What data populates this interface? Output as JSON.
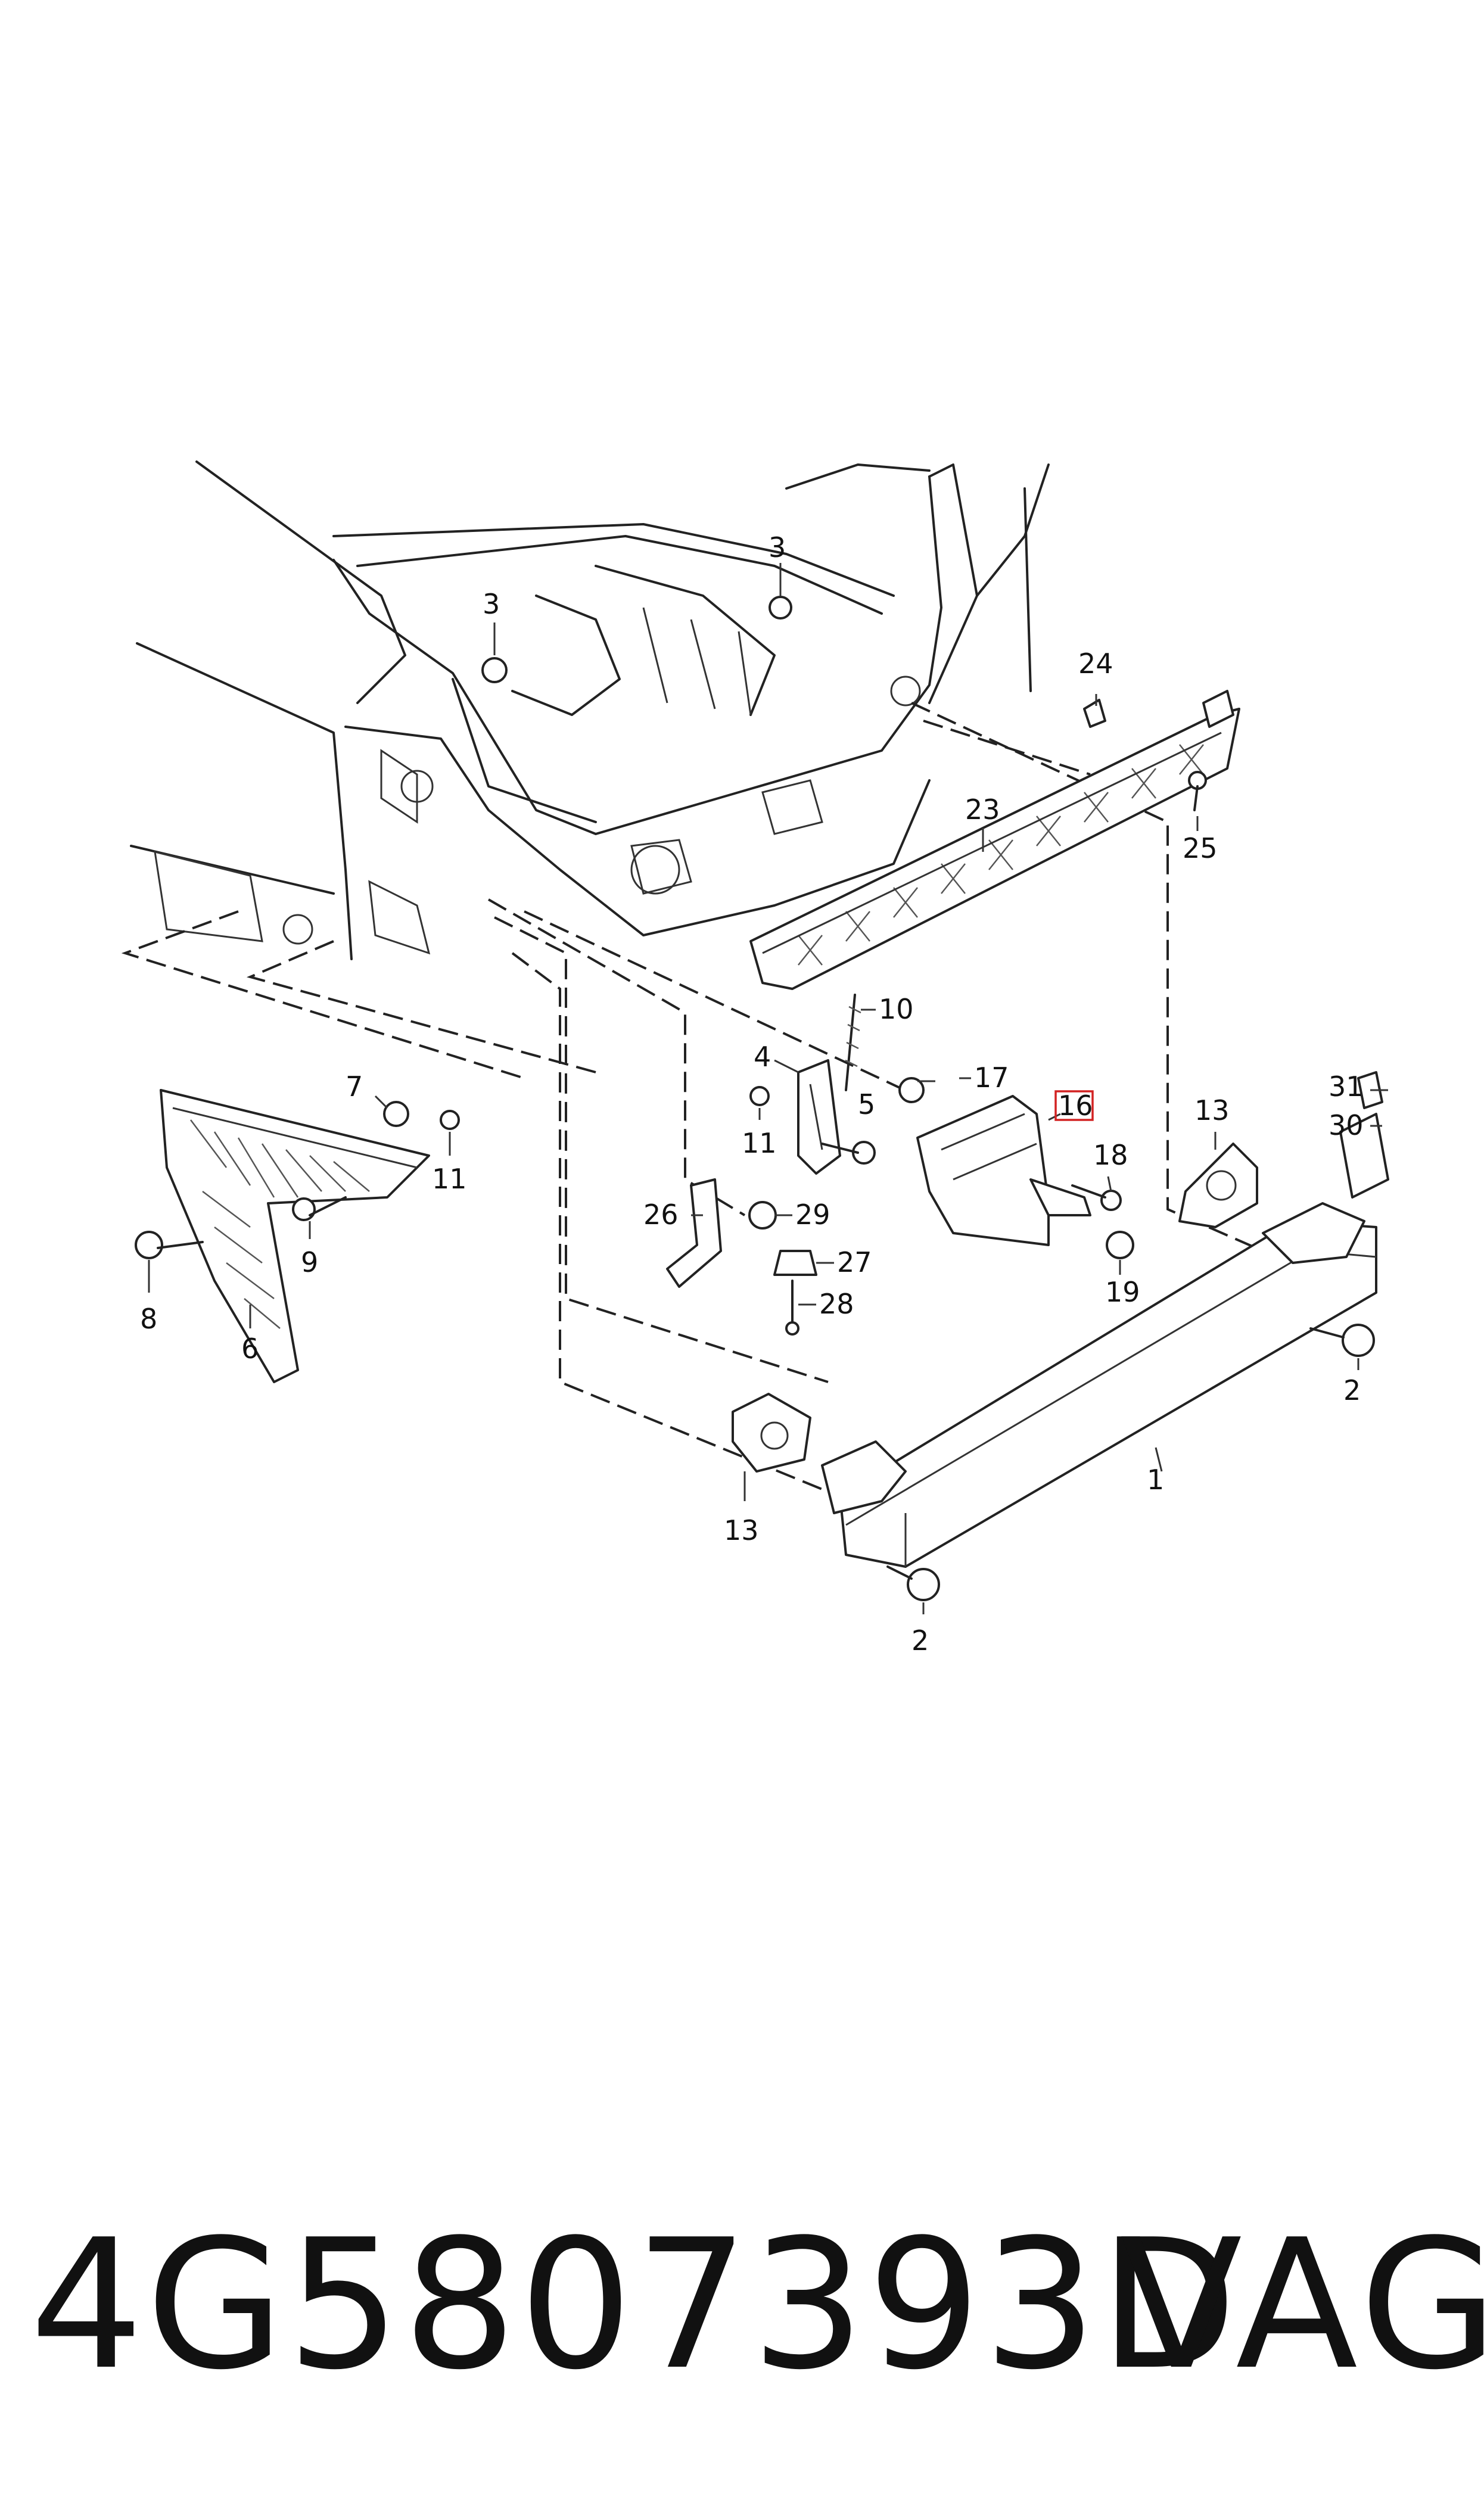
{
  "labels": [
    {
      "id": "1",
      "text": "1"
    },
    {
      "id": "2a",
      "text": "2"
    },
    {
      "id": "2b",
      "text": "2"
    },
    {
      "id": "3a",
      "text": "3"
    },
    {
      "id": "3b",
      "text": "3"
    },
    {
      "id": "4",
      "text": "4"
    },
    {
      "id": "5",
      "text": "5"
    },
    {
      "id": "6",
      "text": "6"
    },
    {
      "id": "7",
      "text": "7"
    },
    {
      "id": "8",
      "text": "8"
    },
    {
      "id": "9",
      "text": "9"
    },
    {
      "id": "10",
      "text": "10"
    },
    {
      "id": "11a",
      "text": "11"
    },
    {
      "id": "11b",
      "text": "11"
    },
    {
      "id": "13a",
      "text": "13"
    },
    {
      "id": "13b",
      "text": "13"
    },
    {
      "id": "16",
      "text": "16"
    },
    {
      "id": "17",
      "text": "17"
    },
    {
      "id": "18",
      "text": "18"
    },
    {
      "id": "19",
      "text": "19"
    },
    {
      "id": "23",
      "text": "23"
    },
    {
      "id": "24",
      "text": "24"
    },
    {
      "id": "25",
      "text": "25"
    },
    {
      "id": "26",
      "text": "26"
    },
    {
      "id": "27",
      "text": "27"
    },
    {
      "id": "28",
      "text": "28"
    },
    {
      "id": "29",
      "text": "29"
    },
    {
      "id": "30",
      "text": "30"
    },
    {
      "id": "31",
      "text": "31"
    }
  ],
  "highlighted_label": "16",
  "highlight_color": "#d22222",
  "footer": {
    "part_number": "4G5807393D",
    "brand": "VAG"
  }
}
